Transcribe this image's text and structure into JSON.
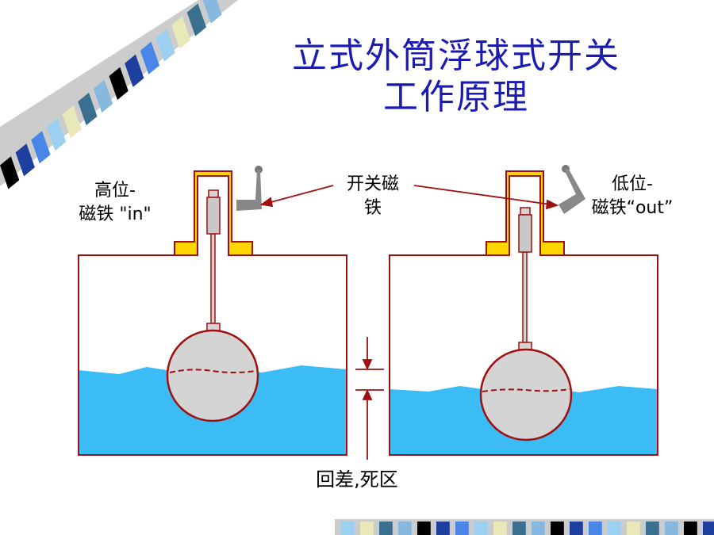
{
  "title": {
    "line1": "立式外筒浮球式开关",
    "line2": "工作原理"
  },
  "labels": {
    "high_line1": "高位-",
    "high_line2": "磁铁 \"in\"",
    "low_line1": "低位-",
    "low_line2": "磁铁“out”",
    "switch_line1": "开关磁",
    "switch_line2": "铁",
    "deadband": "回差,死区"
  },
  "colors": {
    "water": "#3cbcf4",
    "tank_outline": "#a01010",
    "housing_fill": "#ffd700",
    "float_fill": "#d4d4d4",
    "magnet_gray": "#888888",
    "title_blue": "#1b1bb0",
    "stripe_palette": [
      "#000000",
      "#1f3f9f",
      "#4a86e8",
      "#9bd0f0",
      "#e8e8b8",
      "#3a6f8f",
      "#87b8e0"
    ]
  },
  "state": {
    "left_tank": "high level, magnet in",
    "right_tank": "low level, magnet out"
  }
}
